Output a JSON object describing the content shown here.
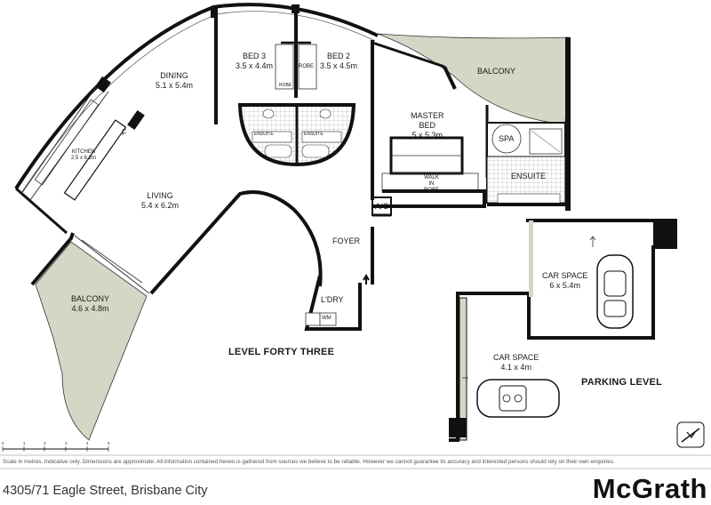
{
  "rooms": {
    "dining": {
      "name": "DINING",
      "size": "5.1 x 5.4m"
    },
    "bed3": {
      "name": "BED 3",
      "size": "3.5 x 4.4m"
    },
    "bed2": {
      "name": "BED 2",
      "size": "3.5 x 4.5m"
    },
    "balcony_top": {
      "name": "BALCONY"
    },
    "master": {
      "name": "MASTER",
      "name2": "BED",
      "size": "5 x 5.3m"
    },
    "spa": {
      "name": "SPA"
    },
    "ensuite_master": {
      "name": "ENSUITE"
    },
    "ensuite_a": {
      "name": "ENSUITE"
    },
    "ensuite_b": {
      "name": "ENSUITE"
    },
    "robe_a": {
      "name": "ROBE"
    },
    "robe_b": {
      "name": "ROBE"
    },
    "walk_in": {
      "l1": "WALK",
      "l2": "IN",
      "l3": "ROBE"
    },
    "kitchen": {
      "name": "KITCHEN",
      "size": "2.5 x 6.2m"
    },
    "fridge": {
      "name": "F"
    },
    "living": {
      "name": "LIVING",
      "size": "5.4 x 6.2m"
    },
    "ac": {
      "name": "A/C"
    },
    "foyer": {
      "name": "FOYER"
    },
    "ldry": {
      "name": "L'DRY"
    },
    "wm": {
      "name": "WM"
    },
    "balcony_left": {
      "name": "BALCONY",
      "size": "4.6 x 4.8m"
    },
    "car1": {
      "name": "CAR SPACE",
      "size": "6 x 5.4m"
    },
    "car2": {
      "name": "CAR SPACE",
      "size": "4.1 x 4m"
    }
  },
  "headings": {
    "level": "LEVEL FORTY THREE",
    "parking": "PARKING LEVEL"
  },
  "scale": {
    "ticks": [
      "0",
      "1",
      "2",
      "3",
      "4",
      "5"
    ]
  },
  "footer": {
    "disclaimer": "Scale in metres. Indicative only. Dimensions are approximate. All information contained herein is gathered from sources we believe to be reliable. However we cannot guarantee its accuracy and interested persons should rely on their own enquiries.",
    "address": "4305/71 Eagle Street, Brisbane City",
    "brand": "McGrath"
  },
  "icons": [
    "compass-icon",
    "car-icon",
    "convertible-car-icon"
  ],
  "colors": {
    "wall": "#111111",
    "balcony_fill": "#d6d6c6",
    "tile": "#cfcfcf"
  }
}
